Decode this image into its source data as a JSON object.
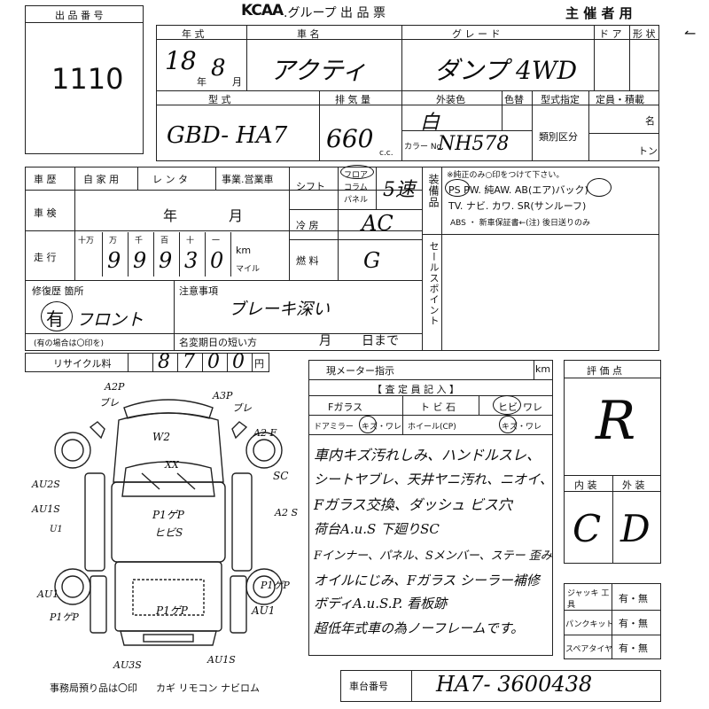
{
  "header": {
    "lot_label": "出 品 番 号",
    "lot_number": "1110",
    "logo": "KCAA",
    "title": ".グループ  出 品 票",
    "organizer": "主 催 者 用"
  },
  "row1": {
    "year_label": "年   式",
    "car_label": "車     名",
    "grade_label": "グ レ ー ド",
    "door_label": "ド ア",
    "shape_label": "形 状",
    "year_value": "18",
    "month_value": "8",
    "year_unit": "年",
    "month_unit": "月",
    "car_value": "アクティ",
    "grade_value": "ダンプ 4WD"
  },
  "row2": {
    "model_label": "型     式",
    "disp_label": "排 気 量",
    "color_label": "外装色",
    "recolor_label": "色替",
    "spec_label": "型式指定",
    "capacity_label": "定員・積載",
    "model_value": "GBD- HA7",
    "disp_value": "660",
    "disp_unit": "c.c.",
    "color_value": "白",
    "color_no_label": "カラー No.",
    "color_no_value": "NH578",
    "class_label": "類別区分",
    "seat_unit": "名",
    "ton_unit": "トン"
  },
  "history": {
    "label": "車  歴",
    "opt1": "自 家 用",
    "opt2": "レ ン タ",
    "opt3": "事業.営業車",
    "shaken_label": "車  検",
    "shaken_year": "年",
    "shaken_month": "月",
    "mileage_label": "走  行",
    "digit_labels": [
      "十万",
      "万",
      "千",
      "百",
      "十",
      "一"
    ],
    "mileage_digits": [
      "",
      "9",
      "9",
      "9",
      "3",
      "0"
    ],
    "km_label": "km",
    "mile_label": "マイル"
  },
  "shift": {
    "label": "シフト",
    "opt_floor": "フロア",
    "opt_column": "コラム",
    "opt_panel": "パネル",
    "value": "5速",
    "ac_label": "冷  房",
    "ac_value": "AC",
    "fuel_label": "燃  料",
    "fuel_value": "G"
  },
  "equipment": {
    "label": "装備品",
    "note": "※純正のみ○印をつけて下さい。",
    "line1": "PS  PW. 純AW. AB(エア)バック)",
    "line2": "TV. ナビ. カワ. SR(サンルーフ)",
    "line3": "ABS ・ 新車保証書←(注) 後日送りのみ"
  },
  "sales_point": {
    "label": "セールスポイント"
  },
  "repair": {
    "label": "修復歴 箇所",
    "value": "有",
    "location": "フロント",
    "note": "(有の場合は〇印を)"
  },
  "notes": {
    "label": "注意事項",
    "value": "ブレーキ深い",
    "reg_label": "名変期日の短い方",
    "reg_month": "月",
    "reg_day": "日まで"
  },
  "recycle": {
    "label": "リサイクル料",
    "digits": [
      "8",
      "7",
      "0",
      "0"
    ],
    "unit": "円"
  },
  "meter": {
    "label": "現メーター指示",
    "unit": "km",
    "inspector_label": "【 査 定 員 記 入 】"
  },
  "glass": {
    "fglass": "Fガラス",
    "chip": "ト ビ 石",
    "crack": "ヒビ",
    "crack_suffix": "ワレ",
    "mirror": "ドアミラー",
    "mirror_opts": "キズ・ワレ",
    "wheel": "ホイール(CP)",
    "wheel_opts": "キズ・ワレ"
  },
  "remarks": [
    "車内キズ汚れしみ、ハンドルスレ、",
    "シートヤブレ、天井ヤニ汚れ、ニオイ、",
    "Fガラス交換、ダッシュ ビス穴",
    "荷台A.u.S  下廻りSC",
    "Fインナー、パネル、Sメンバー、ステー 歪み",
    "オイルにじみ、Fガラス シーラー補修",
    "ボディA.u.S.P. 看板跡",
    "超低年式車の為ノーフレームです。"
  ],
  "rating": {
    "label": "評  価  点",
    "score": "R",
    "interior_label": "内 装",
    "exterior_label": "外 装",
    "interior": "C",
    "exterior": "D"
  },
  "tools": {
    "jack_label": "ジャッキ 工 具",
    "puncture_label": "パンクキット",
    "spare_label": "スペアタイヤ",
    "option": "有・無"
  },
  "diagram_marks": {
    "front_left": "A2P",
    "front_left2": "ブレ",
    "front_right": "A3P",
    "front_right2": "ブレ",
    "hood": "W2",
    "fender_r": "A2 F",
    "windshield": "XX",
    "cabin_left1": "AU2S",
    "cabin_left2": "AU1S",
    "cabin_left3": "U1",
    "cabin_right1": "SC",
    "cabin_right2": "A2 S",
    "center1": "P1ゲP",
    "center2": "ヒビS",
    "rear_left1": "AU1",
    "rear_left2": "P1ゲP",
    "bed": "P1ゲP",
    "rear_right1": "P1ゲP",
    "rear_right2": "AU1",
    "rear_center": "AU3S",
    "rear_r": "AU1S"
  },
  "footer": {
    "keys_label": "事務局預り品は〇印",
    "keys": "カギ  リモコン  ナビロム",
    "chassis_label": "車台番号",
    "chassis_value": "HA7- 3600438"
  }
}
